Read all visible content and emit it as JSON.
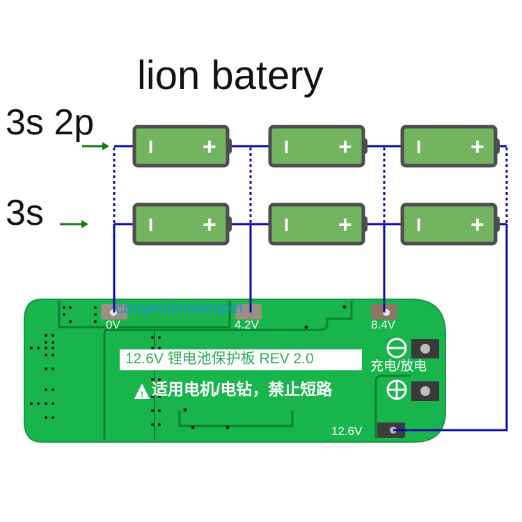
{
  "title": "lion batery",
  "configs": [
    {
      "id": "3s2p",
      "label": "3s 2p"
    },
    {
      "id": "3s",
      "label": "3s"
    }
  ],
  "battery": {
    "minus_symbol": "I",
    "plus_symbol": "+",
    "rows": 2,
    "columns": 3
  },
  "board": {
    "pads": [
      {
        "id": "b-",
        "label": "0V"
      },
      {
        "id": "b1",
        "label": "4.2V"
      },
      {
        "id": "b2",
        "label": "8.4V"
      },
      {
        "id": "b+",
        "label": "12.6V"
      }
    ],
    "label_main": "12.6V 锂电池保护板 REV 2.0",
    "warning": "适用电机/电钻，禁止短路",
    "charge_discharge": "充电/放电",
    "watermark": "chuyenlinhkienpin"
  },
  "colors": {
    "wire": "#0a0aa8",
    "arrow": "#0f7d0f",
    "battery_fill": "#72b45f",
    "battery_border": "#4d4d4d",
    "pcb": "#18b54c",
    "pcb_dark": "#0c8a35"
  }
}
